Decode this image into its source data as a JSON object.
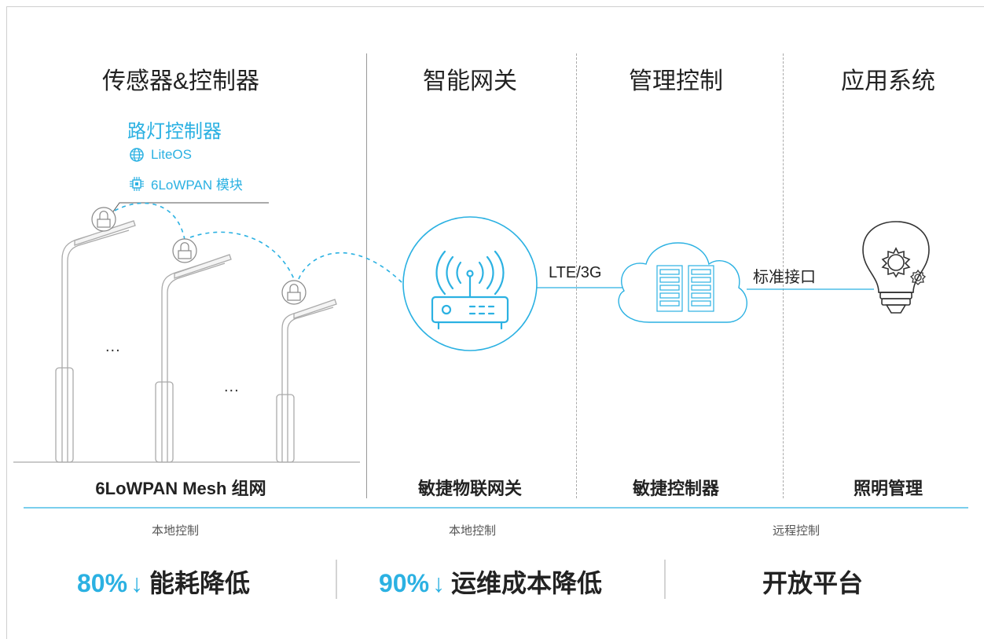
{
  "columns": {
    "sensors": "传感器&控制器",
    "gateway": "智能网关",
    "management": "管理控制",
    "application": "应用系统"
  },
  "controller": {
    "title": "路灯控制器",
    "feature_os": "LiteOS",
    "feature_module": "6LoWPAN 模块"
  },
  "links": {
    "lte": "LTE/3G",
    "interface": "标准接口"
  },
  "ellipsis": "...",
  "bottom_labels": {
    "mesh": "6LoWPAN Mesh 组网",
    "gateway": "敏捷物联网关",
    "controller": "敏捷控制器",
    "lighting": "照明管理"
  },
  "control_modes": [
    "本地控制",
    "本地控制",
    "远程控制"
  ],
  "stats": [
    {
      "value": "80%",
      "arrow": "↓",
      "text": "能耗降低"
    },
    {
      "value": "90%",
      "arrow": "↓",
      "text": "运维成本降低"
    },
    {
      "text": "开放平台"
    }
  ],
  "colors": {
    "accent": "#2bb1e2",
    "line": "#cfcfcf",
    "text": "#222222"
  },
  "icons": [
    "globe-icon",
    "chip-icon",
    "lock-icon",
    "router-icon",
    "cloud-server-icon",
    "lightbulb-gear-icon",
    "street-lamp-icon"
  ]
}
